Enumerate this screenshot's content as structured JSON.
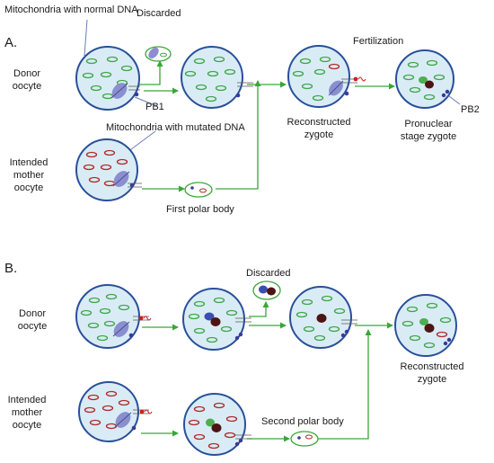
{
  "panel_a": {
    "section_label": "A.",
    "mito_normal_label": "Mitochondria with normal DNA",
    "discarded_label": "Discarded",
    "fertilization_label": "Fertilization",
    "donor_label_1": "Donor",
    "donor_label_2": "oocyte",
    "pb1_label": "PB1",
    "reconstructed_label_1": "Reconstructed",
    "reconstructed_label_2": "zygote",
    "pronuclear_label_1": "Pronuclear",
    "pronuclear_label_2": "stage zygote",
    "pb2_label": "PB2",
    "mito_mutated_label": "Mitochondria with mutated DNA",
    "mother_label_1": "Intended",
    "mother_label_2": "mother",
    "mother_label_3": "oocyte",
    "first_pb_label": "First polar body"
  },
  "panel_b": {
    "section_label": "B.",
    "discarded_label": "Discarded",
    "donor_label_1": "Donor",
    "donor_label_2": "oocyte",
    "mother_label_1": "Intended",
    "mother_label_2": "mother",
    "mother_label_3": "oocyte",
    "second_pb_label": "Second polar body",
    "reconstructed_label_1": "Reconstructed",
    "reconstructed_label_2": "zygote"
  },
  "colors": {
    "cell_fill": "#d9ecf5",
    "cell_border": "#2a4f9a",
    "mito_normal": "#3fa648",
    "mito_mutated": "#b02a2a",
    "spindle": "#8a8fcf",
    "pronucleus_female": "#4d1414",
    "pronucleus_male": "#4caf50",
    "arrow": "#3aa63a",
    "pointer_line": "#6a7fb5"
  }
}
